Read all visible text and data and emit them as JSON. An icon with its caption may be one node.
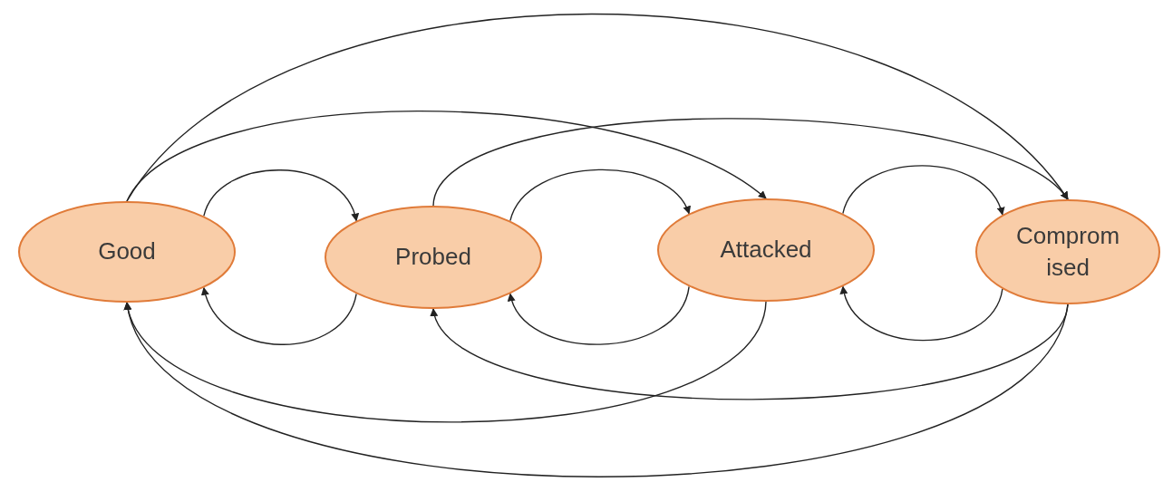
{
  "diagram": {
    "nodes": [
      {
        "text": [
          "Good"
        ]
      },
      {
        "text": [
          "Probed"
        ]
      },
      {
        "text": [
          "Attacked"
        ]
      },
      {
        "text": [
          "Comprom ised"
        ]
      }
    ],
    "edges": [
      {
        "from": 0,
        "to": 3,
        "arrow": "to"
      },
      {
        "from": 0,
        "to": 2,
        "arrow": "to"
      },
      {
        "from": 1,
        "to": 3,
        "arrow": "to"
      },
      {
        "from": 0,
        "to": 1,
        "arrow": "to"
      },
      {
        "from": 1,
        "to": 2,
        "arrow": "to"
      },
      {
        "from": 2,
        "to": 3,
        "arrow": "to"
      },
      {
        "from": 1,
        "to": 0,
        "arrow": "to"
      },
      {
        "from": 2,
        "to": 1,
        "arrow": "to"
      },
      {
        "from": 3,
        "to": 2,
        "arrow": "to"
      },
      {
        "from": 2,
        "to": 0,
        "arrow": "to"
      },
      {
        "from": 3,
        "to": 1,
        "arrow": "to"
      },
      {
        "from": 3,
        "to": 0,
        "arrow": "to"
      }
    ]
  }
}
